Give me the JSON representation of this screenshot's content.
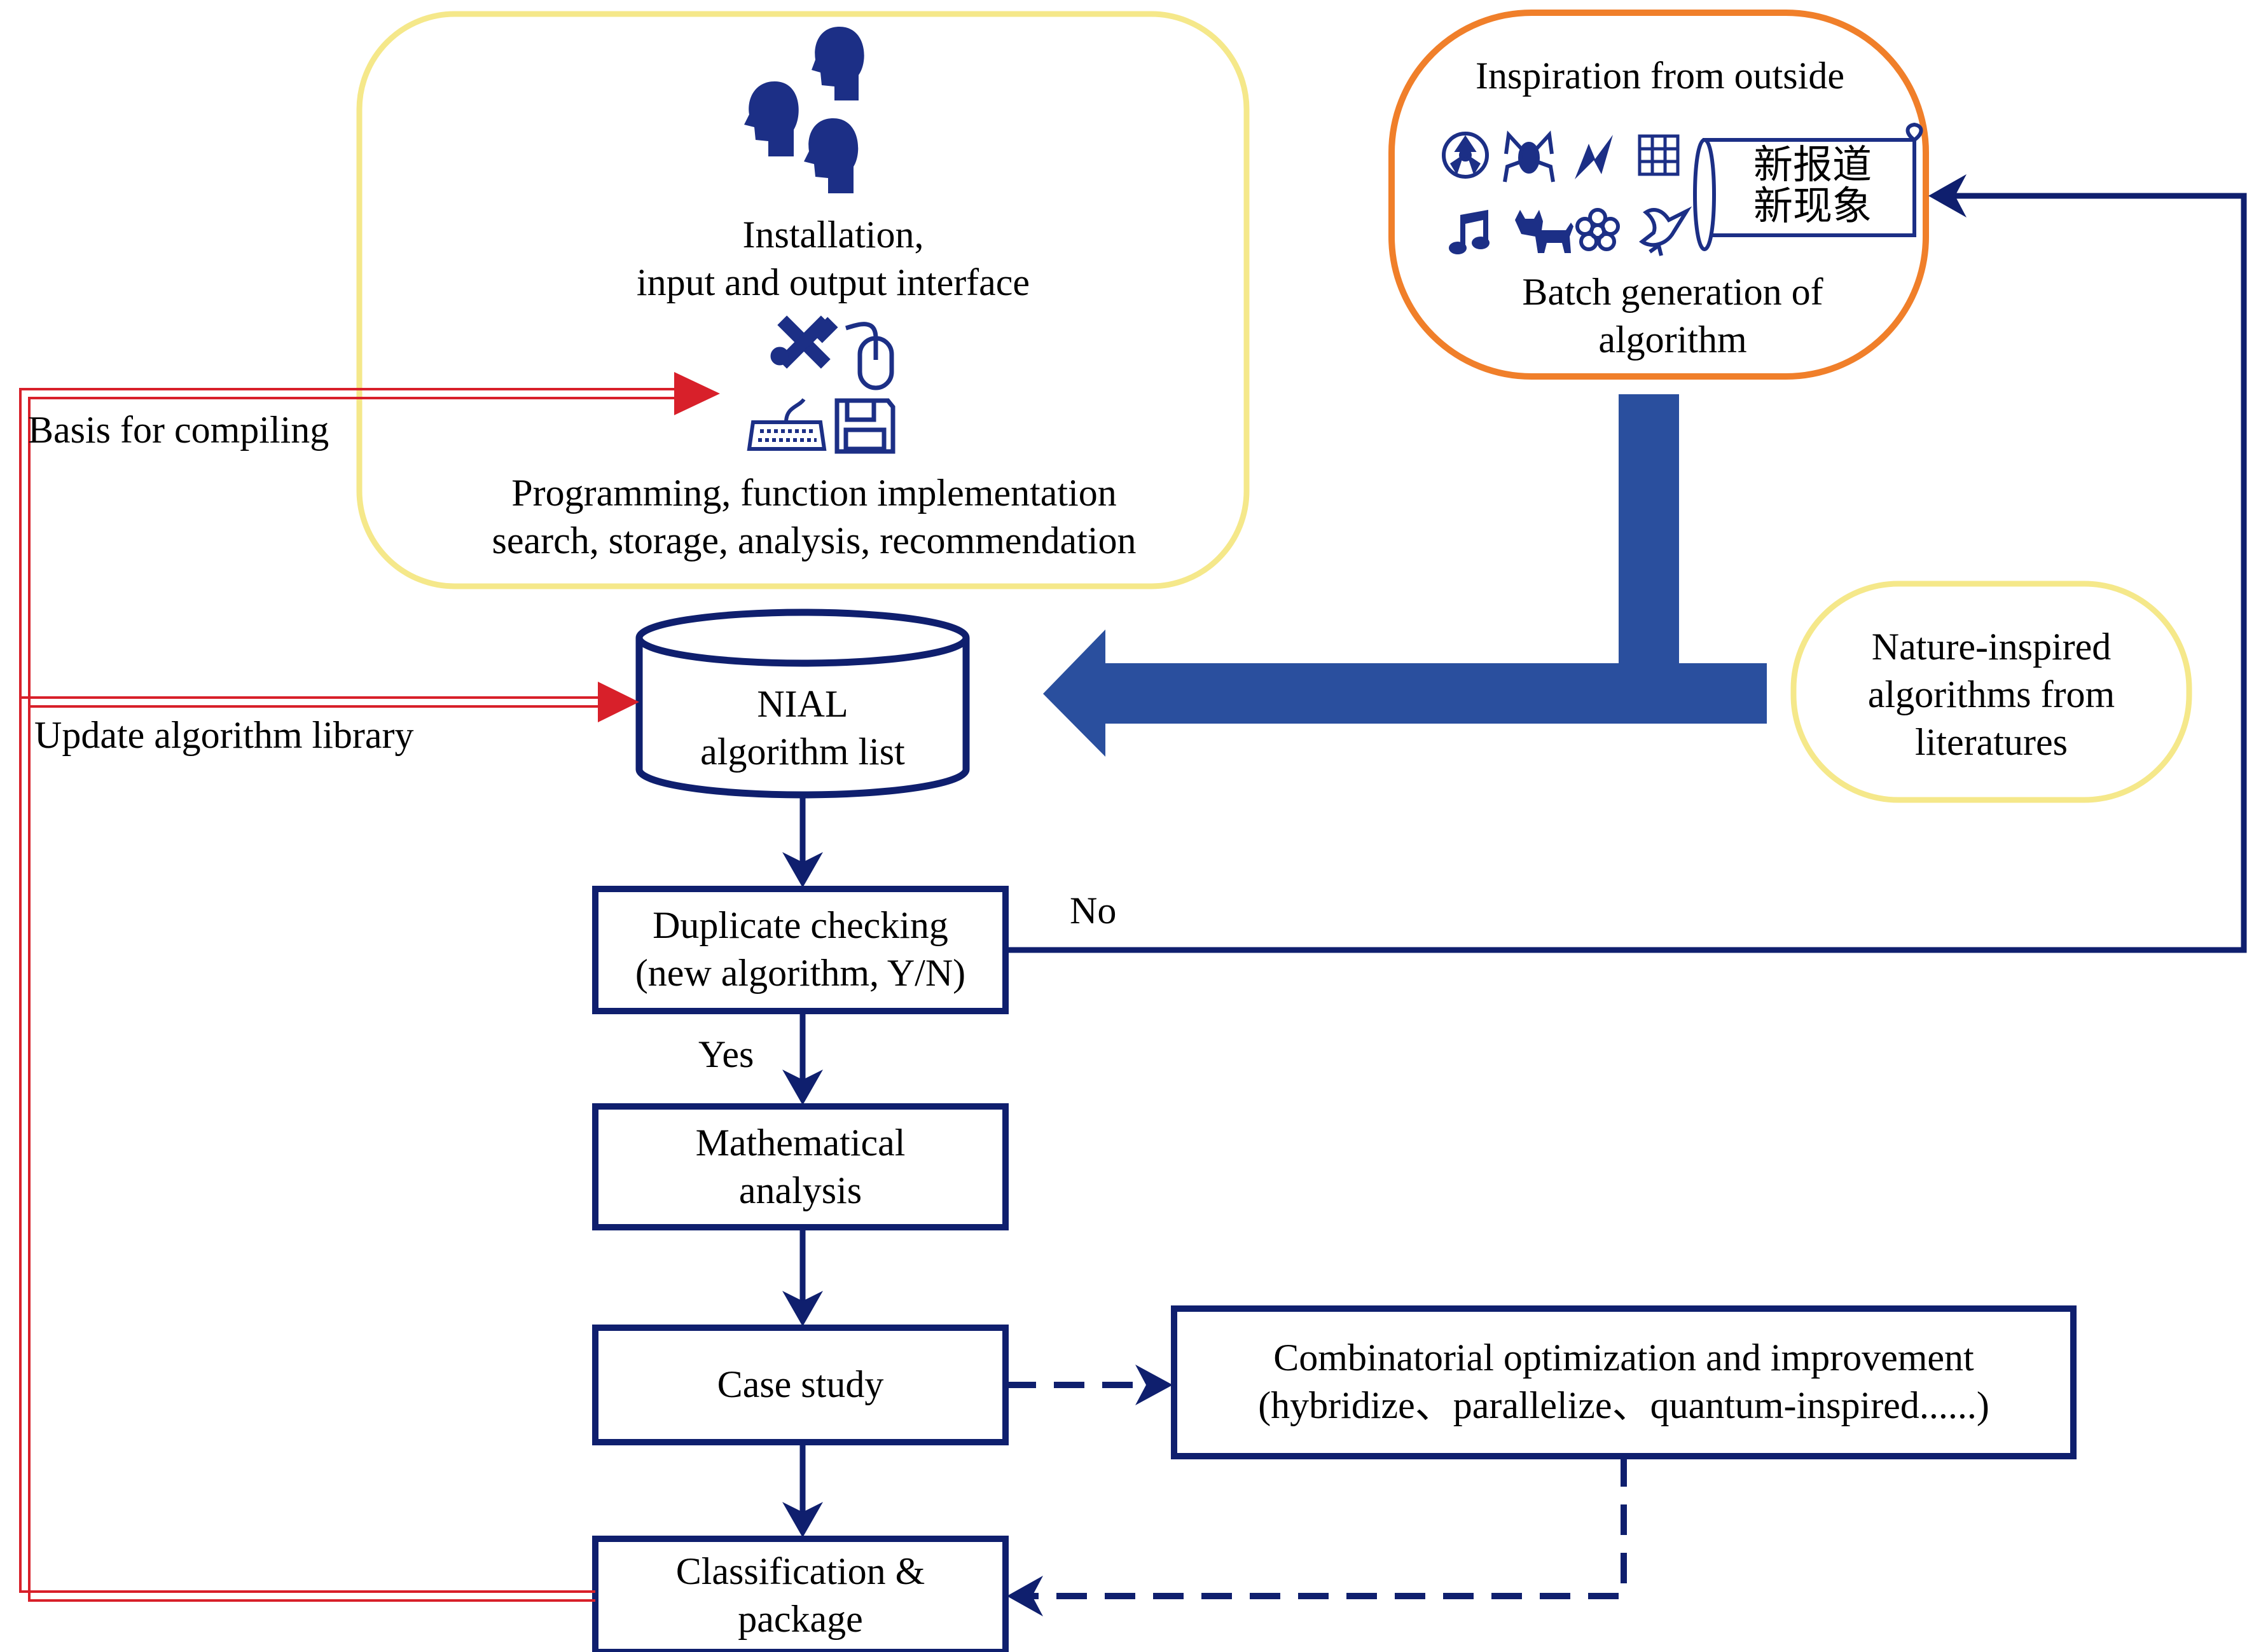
{
  "top_panel": {
    "installation_line1": "Installation,",
    "installation_line2": "input and output interface",
    "programming_line1": "Programming, function implementation",
    "programming_line2": "search, storage, analysis, recommendation"
  },
  "inspiration_panel": {
    "title": "Inspiration from outside",
    "news_line1": "新报道",
    "news_line2": "新现象",
    "batch_line1": "Batch generation of",
    "batch_line2": "algorithm",
    "icons": [
      "radiation-icon",
      "spider-icon",
      "lightning-icon",
      "grid-icon",
      "music-note-icon",
      "cat-icon",
      "flower-icon",
      "bird-icon",
      "scroll-icon"
    ]
  },
  "literature_box": {
    "line1": "Nature-inspired",
    "line2": "algorithms from",
    "line3": "literatures"
  },
  "database": {
    "line1": "NIAL",
    "line2": "algorithm list"
  },
  "flow": {
    "duplicate_line1": "Duplicate checking",
    "duplicate_line2": "(new algorithm, Y/N)",
    "math_line1": "Mathematical",
    "math_line2": "analysis",
    "case_study": "Case study",
    "classification_line1": "Classification &",
    "classification_line2": "package",
    "combinatorial_line1": "Combinatorial optimization and improvement",
    "combinatorial_line2": "(hybridize、parallelize、quantum-inspired......)"
  },
  "labels": {
    "basis": "Basis for compiling",
    "update": "Update algorithm library",
    "yes": "Yes",
    "no": "No"
  },
  "colors": {
    "navy": "#0f1f6e",
    "blue_arrow": "#2a4f9e",
    "yellow_border": "#f5e88a",
    "orange_border": "#f07f2a",
    "red": "#d8202a",
    "icon_blue": "#1c2f86"
  }
}
